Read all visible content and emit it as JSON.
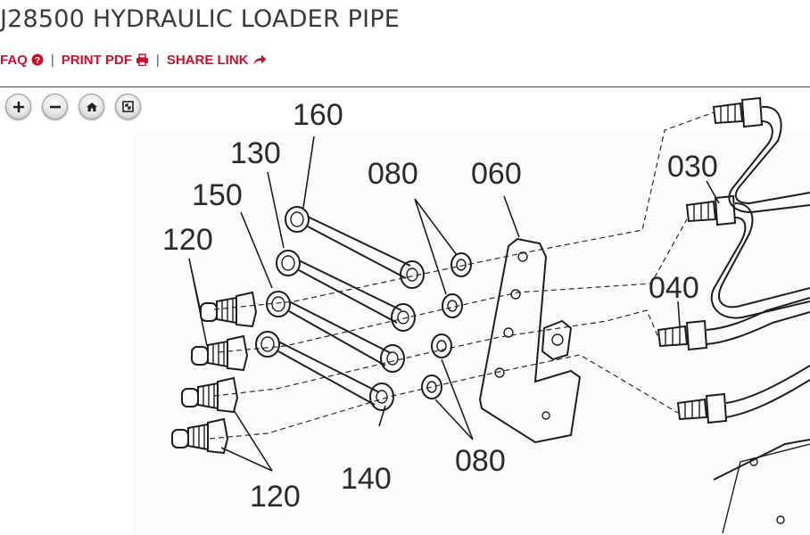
{
  "page": {
    "title": "J28500 HYDRAULIC LOADER PIPE"
  },
  "actions": {
    "faq_label": "FAQ",
    "print_label": "PRINT PDF",
    "share_label": "SHARE LINK",
    "separator": "|",
    "icons": {
      "faq": "question-circle-icon",
      "print": "printer-icon",
      "share": "share-arrow-icon"
    },
    "link_color": "#c8102e"
  },
  "viewer": {
    "controls": [
      {
        "name": "zoom-in",
        "icon": "plus-icon"
      },
      {
        "name": "zoom-out",
        "icon": "minus-icon"
      },
      {
        "name": "home",
        "icon": "home-icon"
      },
      {
        "name": "fullscreen",
        "icon": "fullscreen-icon"
      }
    ]
  },
  "diagram": {
    "callouts": {
      "c160": "160",
      "c130": "130",
      "c150": "150",
      "c120_top": "120",
      "c080_top": "080",
      "c060": "060",
      "c030": "030",
      "c040": "040",
      "c140": "140",
      "c080_bottom": "080",
      "c120_bottom": "120"
    }
  }
}
